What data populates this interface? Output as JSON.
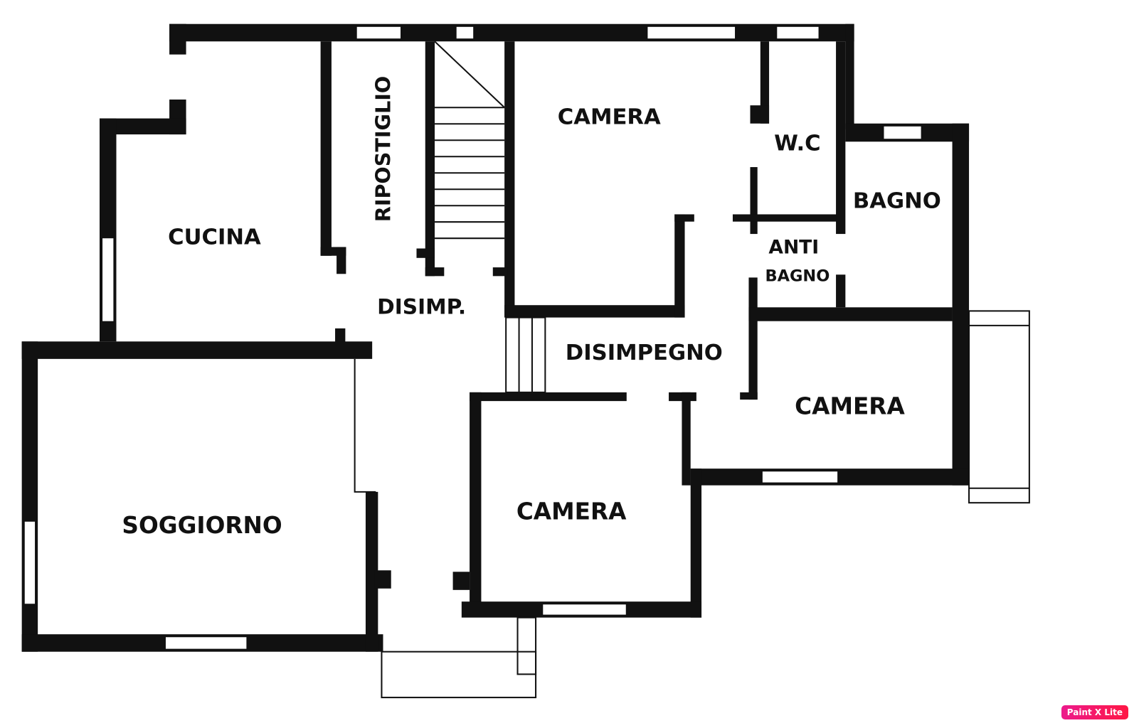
{
  "rooms": {
    "cucina": "CUCINA",
    "ripostiglio": "RIPOSTIGLIO",
    "camera_top": "CAMERA",
    "wc": "W.C",
    "bagno": "BAGNO",
    "anti": "ANTI",
    "anti_bagno": "BAGNO",
    "disimp": "DISIMP.",
    "disimpegno": "DISIMPEGNO",
    "camera_right": "CAMERA",
    "soggiorno": "SOGGIORNO",
    "camera_bottom": "CAMERA"
  },
  "badge": "Paint X Lite",
  "colors": {
    "wall": "#111111",
    "badge_start": "#ec1a8c",
    "badge_end": "#ff1744"
  }
}
